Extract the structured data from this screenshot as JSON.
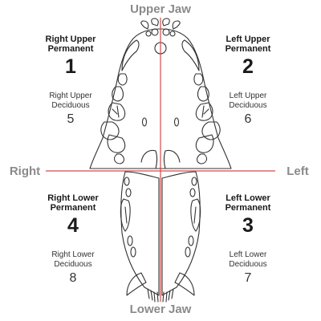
{
  "labels": {
    "upper_jaw": "Upper Jaw",
    "lower_jaw": "Lower Jaw",
    "right": "Right",
    "left": "Left"
  },
  "quadrants": [
    {
      "name_line1": "Right Upper",
      "name_line2": "Permanent",
      "number": "1",
      "deciduous_line1": "Right Upper",
      "deciduous_line2": "Deciduous",
      "deciduous_number": "5"
    },
    {
      "name_line1": "Left Upper",
      "name_line2": "Permanent",
      "number": "2",
      "deciduous_line1": "Left Upper",
      "deciduous_line2": "Deciduous",
      "deciduous_number": "6"
    },
    {
      "name_line1": "Left Lower",
      "name_line2": "Permanent",
      "number": "3",
      "deciduous_line1": "Left Lower",
      "deciduous_line2": "Deciduous",
      "deciduous_number": "7"
    },
    {
      "name_line1": "Right Lower",
      "name_line2": "Permanent",
      "number": "4",
      "deciduous_line1": "Right Lower",
      "deciduous_line2": "Deciduous",
      "deciduous_number": "8"
    }
  ],
  "colors": {
    "axis_line": "#d44a4a",
    "outline": "#333333",
    "label_gray": "#8a8a8a"
  }
}
